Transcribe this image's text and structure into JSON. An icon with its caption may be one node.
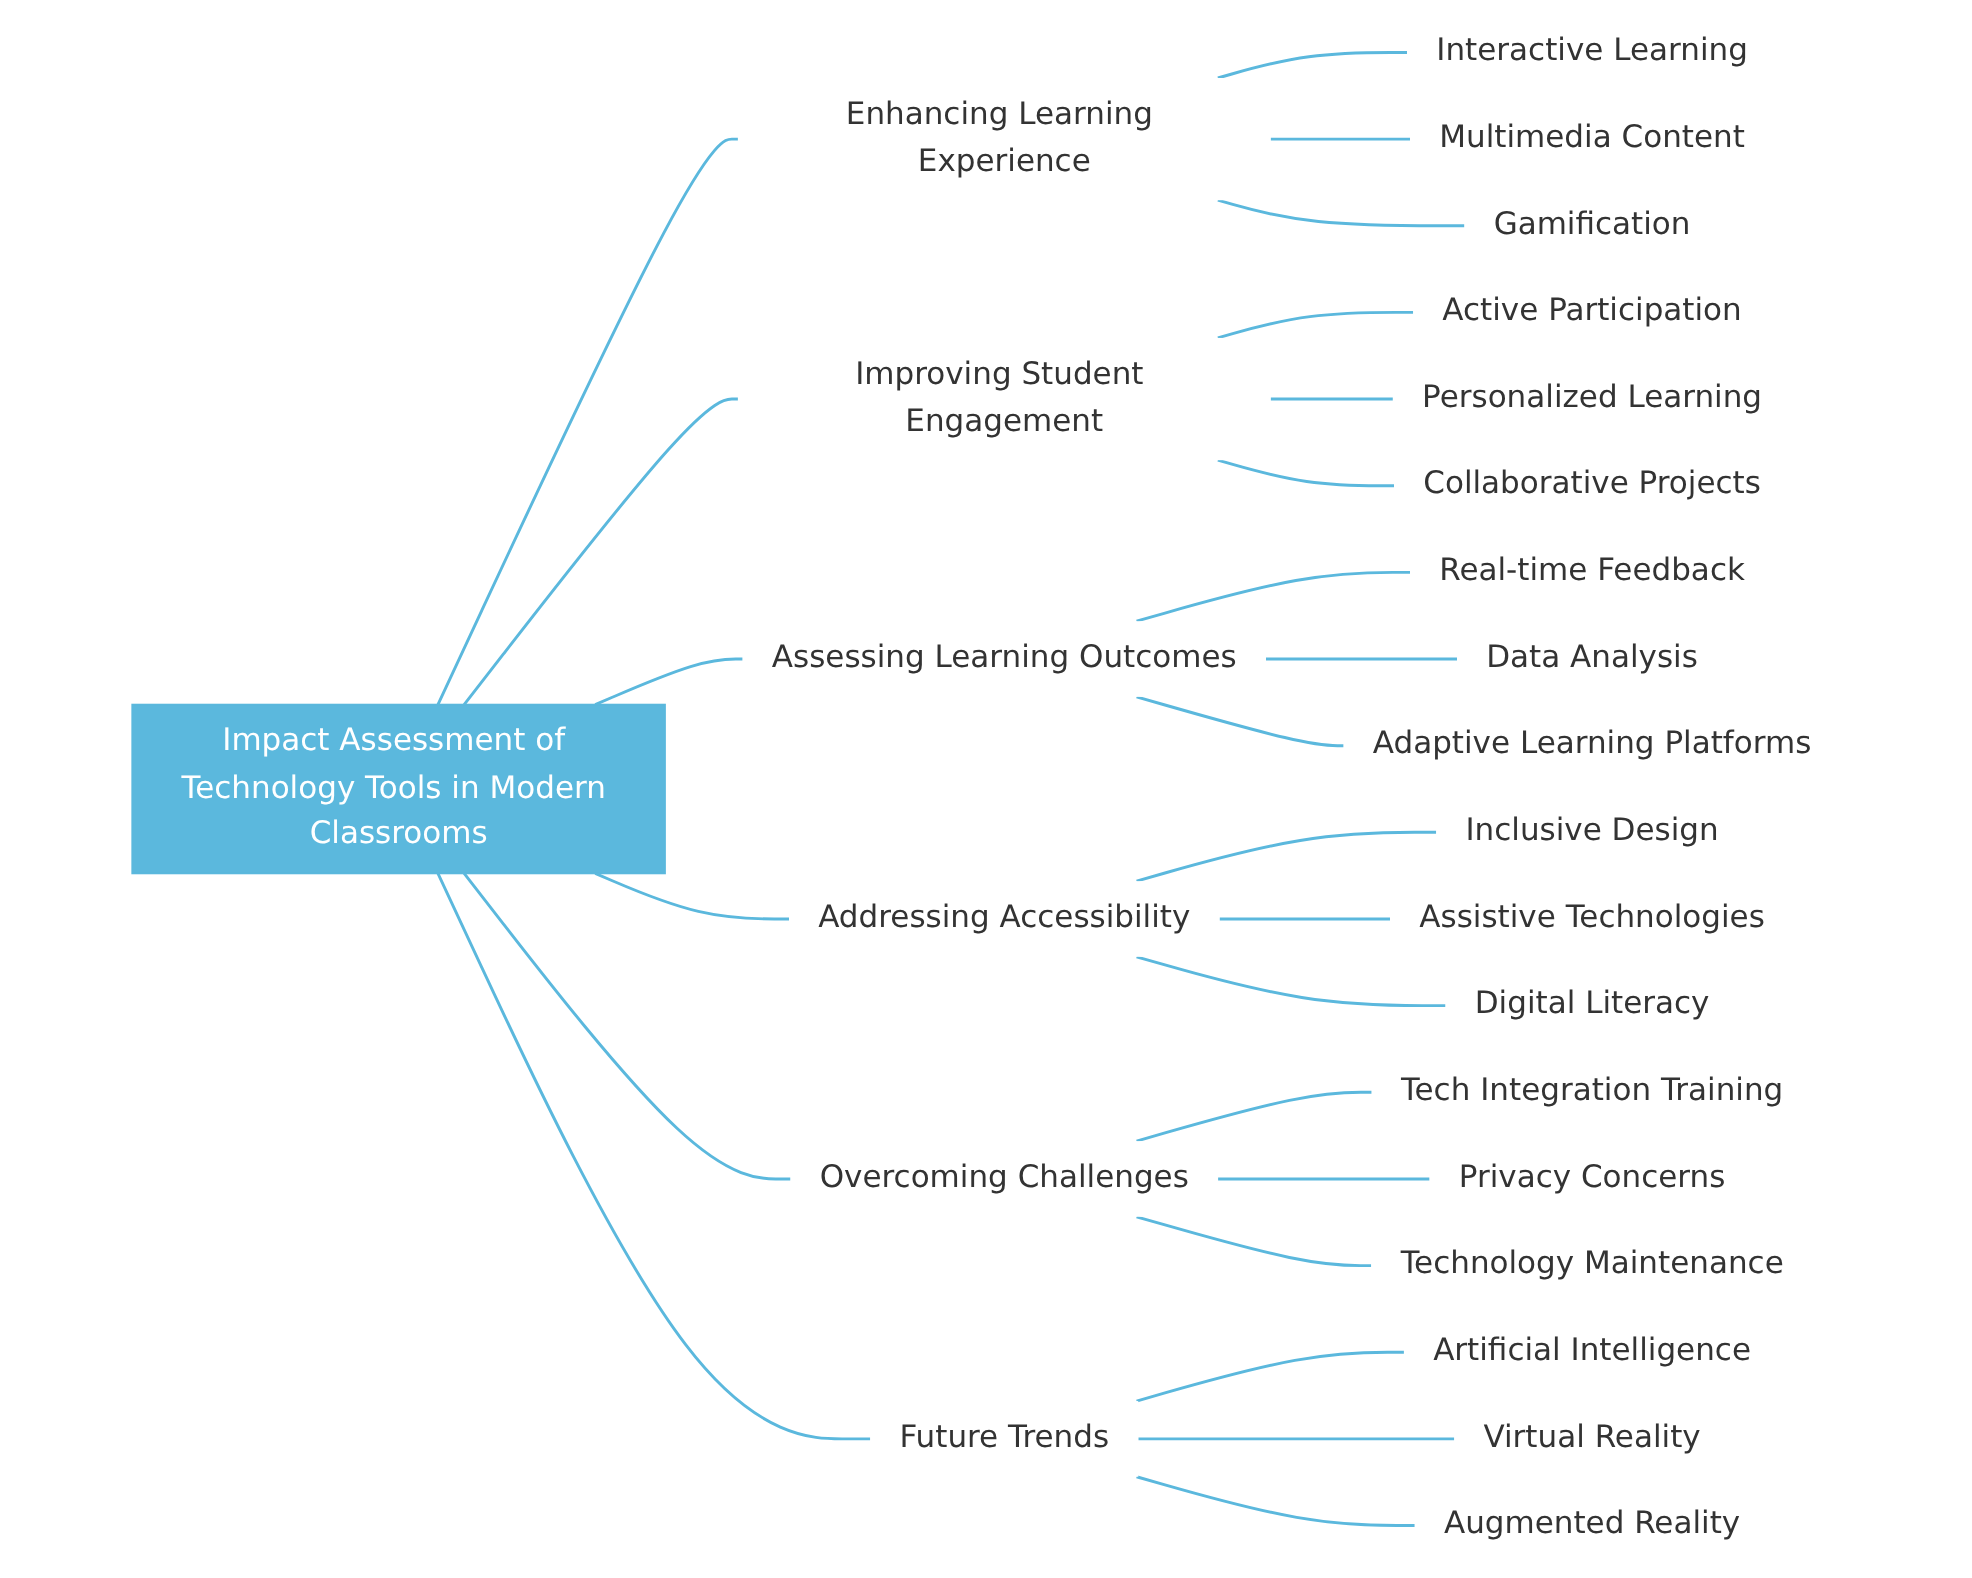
{
  "diagram": {
    "nodes": [
      {
        "text": [
          "Impact Assessment of Technology Tools in Modern Classrooms"
        ]
      },
      {
        "text": [
          "Enhancing Learning Experience"
        ]
      },
      {
        "text": [
          "Interactive Learning"
        ]
      },
      {
        "text": [
          "Multimedia Content"
        ]
      },
      {
        "text": [
          "Gamification"
        ]
      },
      {
        "text": [
          "Improving Student Engagement"
        ]
      },
      {
        "text": [
          "Active Participation"
        ]
      },
      {
        "text": [
          "Personalized Learning"
        ]
      },
      {
        "text": [
          "Collaborative Projects"
        ]
      },
      {
        "text": [
          "Assessing Learning Outcomes"
        ]
      },
      {
        "text": [
          "Real-time Feedback"
        ]
      },
      {
        "text": [
          "Data Analysis"
        ]
      },
      {
        "text": [
          "Adaptive Learning Platforms"
        ]
      },
      {
        "text": [
          "Addressing Accessibility"
        ]
      },
      {
        "text": [
          "Inclusive Design"
        ]
      },
      {
        "text": [
          "Assistive Technologies"
        ]
      },
      {
        "text": [
          "Digital Literacy"
        ]
      },
      {
        "text": [
          "Overcoming Challenges"
        ]
      },
      {
        "text": [
          "Tech Integration Training"
        ]
      },
      {
        "text": [
          "Privacy Concerns"
        ]
      },
      {
        "text": [
          "Technology Maintenance"
        ]
      },
      {
        "text": [
          "Future Trends"
        ]
      },
      {
        "text": [
          "Artificial Intelligence"
        ]
      },
      {
        "text": [
          "Virtual Reality"
        ]
      },
      {
        "text": [
          "Augmented Reality"
        ]
      }
    ],
    "edges": [
      {
        "from": 0,
        "to": 1,
        "arrow": "none"
      },
      {
        "from": 1,
        "to": 2,
        "arrow": "none"
      },
      {
        "from": 1,
        "to": 3,
        "arrow": "none"
      },
      {
        "from": 1,
        "to": 4,
        "arrow": "none"
      },
      {
        "from": 0,
        "to": 5,
        "arrow": "none"
      },
      {
        "from": 5,
        "to": 6,
        "arrow": "none"
      },
      {
        "from": 5,
        "to": 7,
        "arrow": "none"
      },
      {
        "from": 5,
        "to": 8,
        "arrow": "none"
      },
      {
        "from": 0,
        "to": 9,
        "arrow": "none"
      },
      {
        "from": 9,
        "to": 10,
        "arrow": "none"
      },
      {
        "from": 9,
        "to": 11,
        "arrow": "none"
      },
      {
        "from": 9,
        "to": 12,
        "arrow": "none"
      },
      {
        "from": 0,
        "to": 13,
        "arrow": "none"
      },
      {
        "from": 13,
        "to": 14,
        "arrow": "none"
      },
      {
        "from": 13,
        "to": 15,
        "arrow": "none"
      },
      {
        "from": 13,
        "to": 16,
        "arrow": "none"
      },
      {
        "from": 0,
        "to": 17,
        "arrow": "none"
      },
      {
        "from": 17,
        "to": 18,
        "arrow": "none"
      },
      {
        "from": 17,
        "to": 19,
        "arrow": "none"
      },
      {
        "from": 17,
        "to": 20,
        "arrow": "none"
      },
      {
        "from": 0,
        "to": 21,
        "arrow": "none"
      },
      {
        "from": 21,
        "to": 22,
        "arrow": "none"
      },
      {
        "from": 21,
        "to": 23,
        "arrow": "none"
      },
      {
        "from": 21,
        "to": 24,
        "arrow": "none"
      }
    ]
  }
}
